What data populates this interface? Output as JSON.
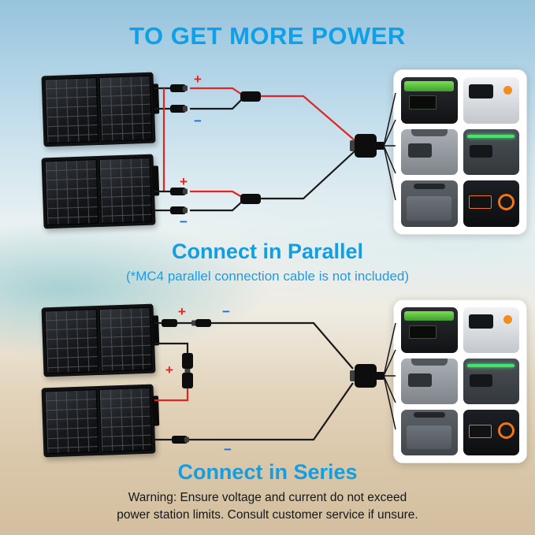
{
  "title": "TO GET MORE POWER",
  "parallel": {
    "heading": "Connect in Parallel",
    "note": "(*MC4 parallel connection cable is not included)"
  },
  "series": {
    "heading": "Connect in Series"
  },
  "warning": {
    "line1": "Warning: Ensure voltage and current do not exceed",
    "line2": "power station limits. Consult customer service if unsure."
  },
  "labels": {
    "plus": "+",
    "minus": "−"
  },
  "colors": {
    "accent_blue": "#129ee0",
    "wire_red": "#e02525",
    "wire_black": "#1a1a1a",
    "polarity_plus": "#e02525",
    "polarity_minus": "#1d6fd1",
    "panel_black": "#101113",
    "box_white": "#ffffff"
  },
  "icons": {
    "solar_panel": "solar-panel-image",
    "mc4_connector": "mc4-connector-icon",
    "y_branch": "y-branch-connector-icon",
    "dc_plug": "dc-plug-icon",
    "power_station": "power-station-image"
  }
}
